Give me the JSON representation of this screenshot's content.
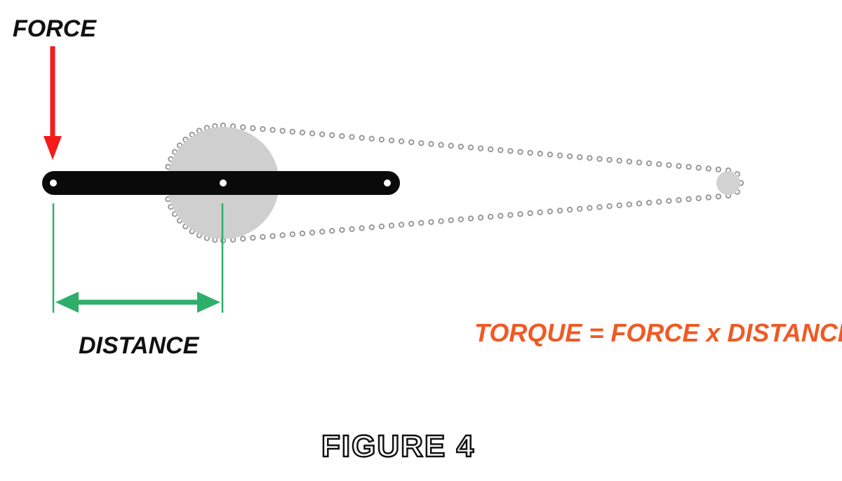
{
  "labels": {
    "force": "FORCE",
    "distance": "DISTANCE",
    "equation": "TORQUE = FORCE x DISTANCE",
    "figure": "FIGURE 4"
  },
  "colors": {
    "force_arrow": "#f51b1b",
    "distance_arrow": "#2eae6b",
    "crank_arm": "#0a0a0a",
    "chainring": "#cfcfcf",
    "chain": "#9a9a9a",
    "equation_text": "#ef5a24",
    "text": "#111111"
  },
  "icons": {
    "force_arrow": "down-arrow-icon",
    "distance_arrow": "double-headed-arrow-icon"
  }
}
